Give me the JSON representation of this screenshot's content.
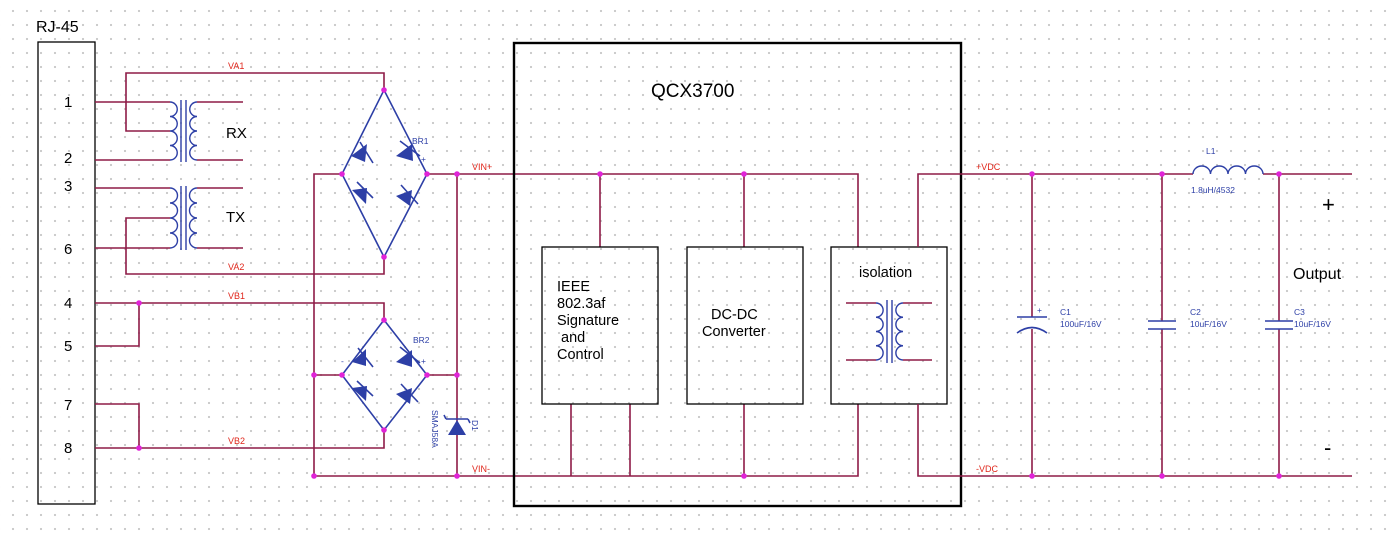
{
  "connector": {
    "title": "RJ-45",
    "pins": [
      "1",
      "2",
      "3",
      "6",
      "4",
      "5",
      "7",
      "8"
    ]
  },
  "transformers": {
    "rx": "RX",
    "tx": "TX"
  },
  "nets": {
    "va1": "VA1",
    "va2": "VA2",
    "vb1": "VB1",
    "vb2": "VB2",
    "vin_pos": "VIN+",
    "vin_neg": "VIN-",
    "vdc_pos": "+VDC",
    "vdc_neg": "-VDC"
  },
  "bridges": {
    "br1": {
      "ref": "BR1",
      "minus": "-",
      "plus": "+"
    },
    "br2": {
      "ref": "BR2",
      "minus": "-",
      "plus": "+"
    }
  },
  "tvs_diode": {
    "ref": "D1",
    "value": "SMAJ58A"
  },
  "controller": {
    "title": "QCX3700",
    "blocks": {
      "signature": [
        "IEEE",
        "802.3af",
        "Signature",
        " and",
        "Control"
      ],
      "converter": [
        "DC-DC",
        "Converter"
      ],
      "isolation": "isolation"
    }
  },
  "output_filter": {
    "c1": {
      "ref": "C1",
      "value": "100uF/16V",
      "polarity": "+"
    },
    "c2": {
      "ref": "C2",
      "value": "10uF/16V"
    },
    "c3": {
      "ref": "C3",
      "value": "10uF/16V"
    },
    "l1": {
      "ref": "L1",
      "value": "1.8uH/4532"
    }
  },
  "output": {
    "label": "Output",
    "plus": "+",
    "minus": "-"
  }
}
